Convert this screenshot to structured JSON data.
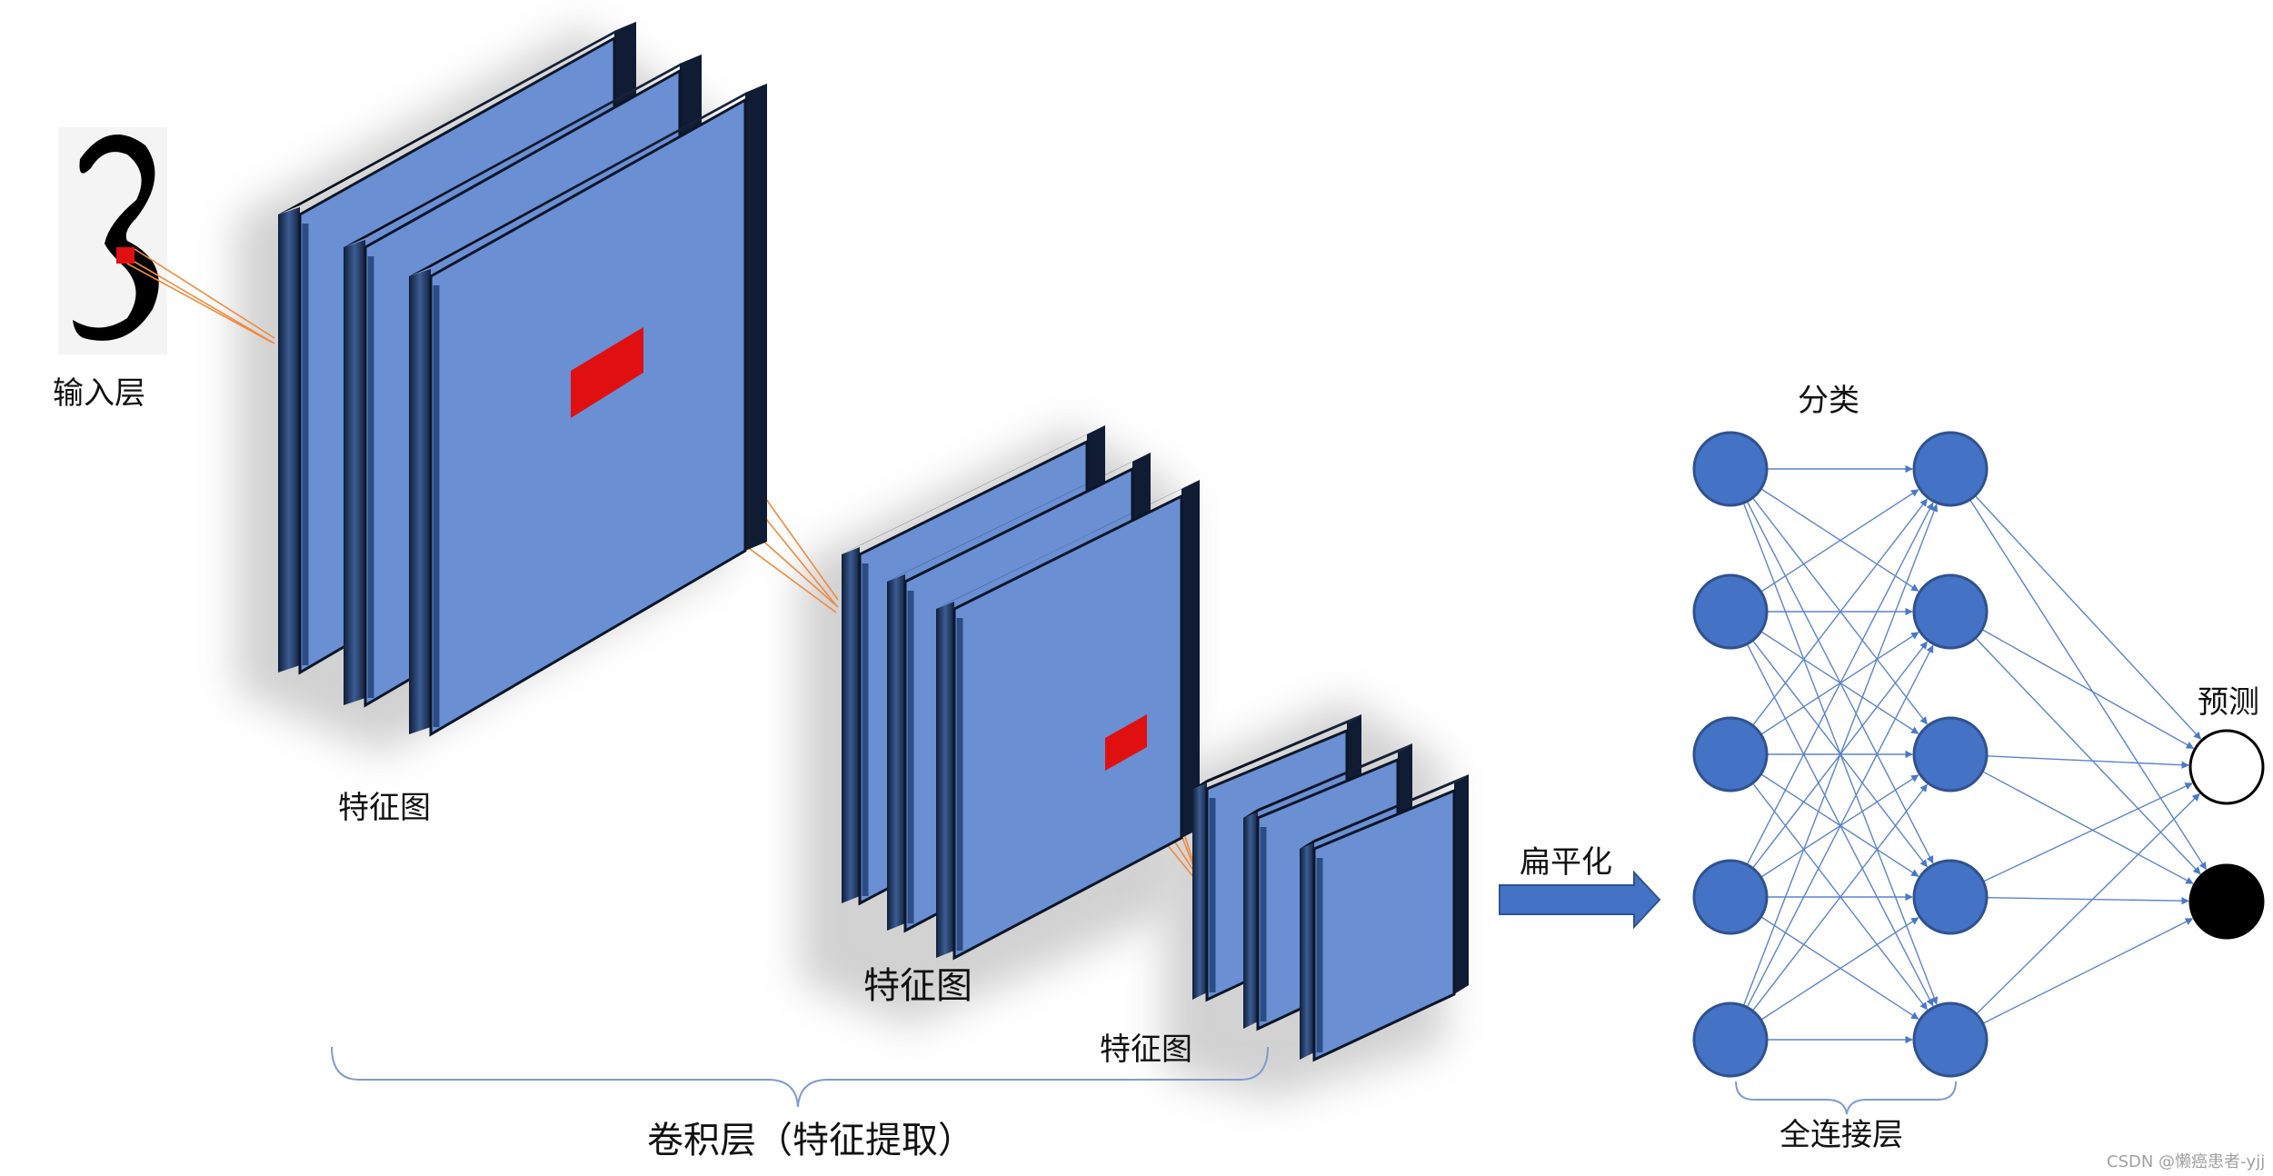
{
  "labels": {
    "input_layer": "输入层",
    "feature_map_1": "特征图",
    "feature_map_2": "特征图",
    "feature_map_3": "特征图",
    "conv_layer": "卷积层（特征提取）",
    "flatten": "扁平化",
    "classify": "分类",
    "predict": "预测",
    "fully_connected": "全连接层",
    "watermark": "CSDN @懒癌患者-yjj"
  },
  "colors": {
    "panel_face": "#6a8fd3",
    "panel_dark": "#1c3156",
    "node_fill": "#4472c4",
    "node_stroke": "#2f528f",
    "highlight": "#e01010",
    "connector": "#f08a3c",
    "edge": "#5b84c9"
  },
  "network": {
    "layer_sizes": [
      5,
      5,
      2
    ],
    "output_node_fills": [
      "#ffffff",
      "#000000"
    ]
  }
}
